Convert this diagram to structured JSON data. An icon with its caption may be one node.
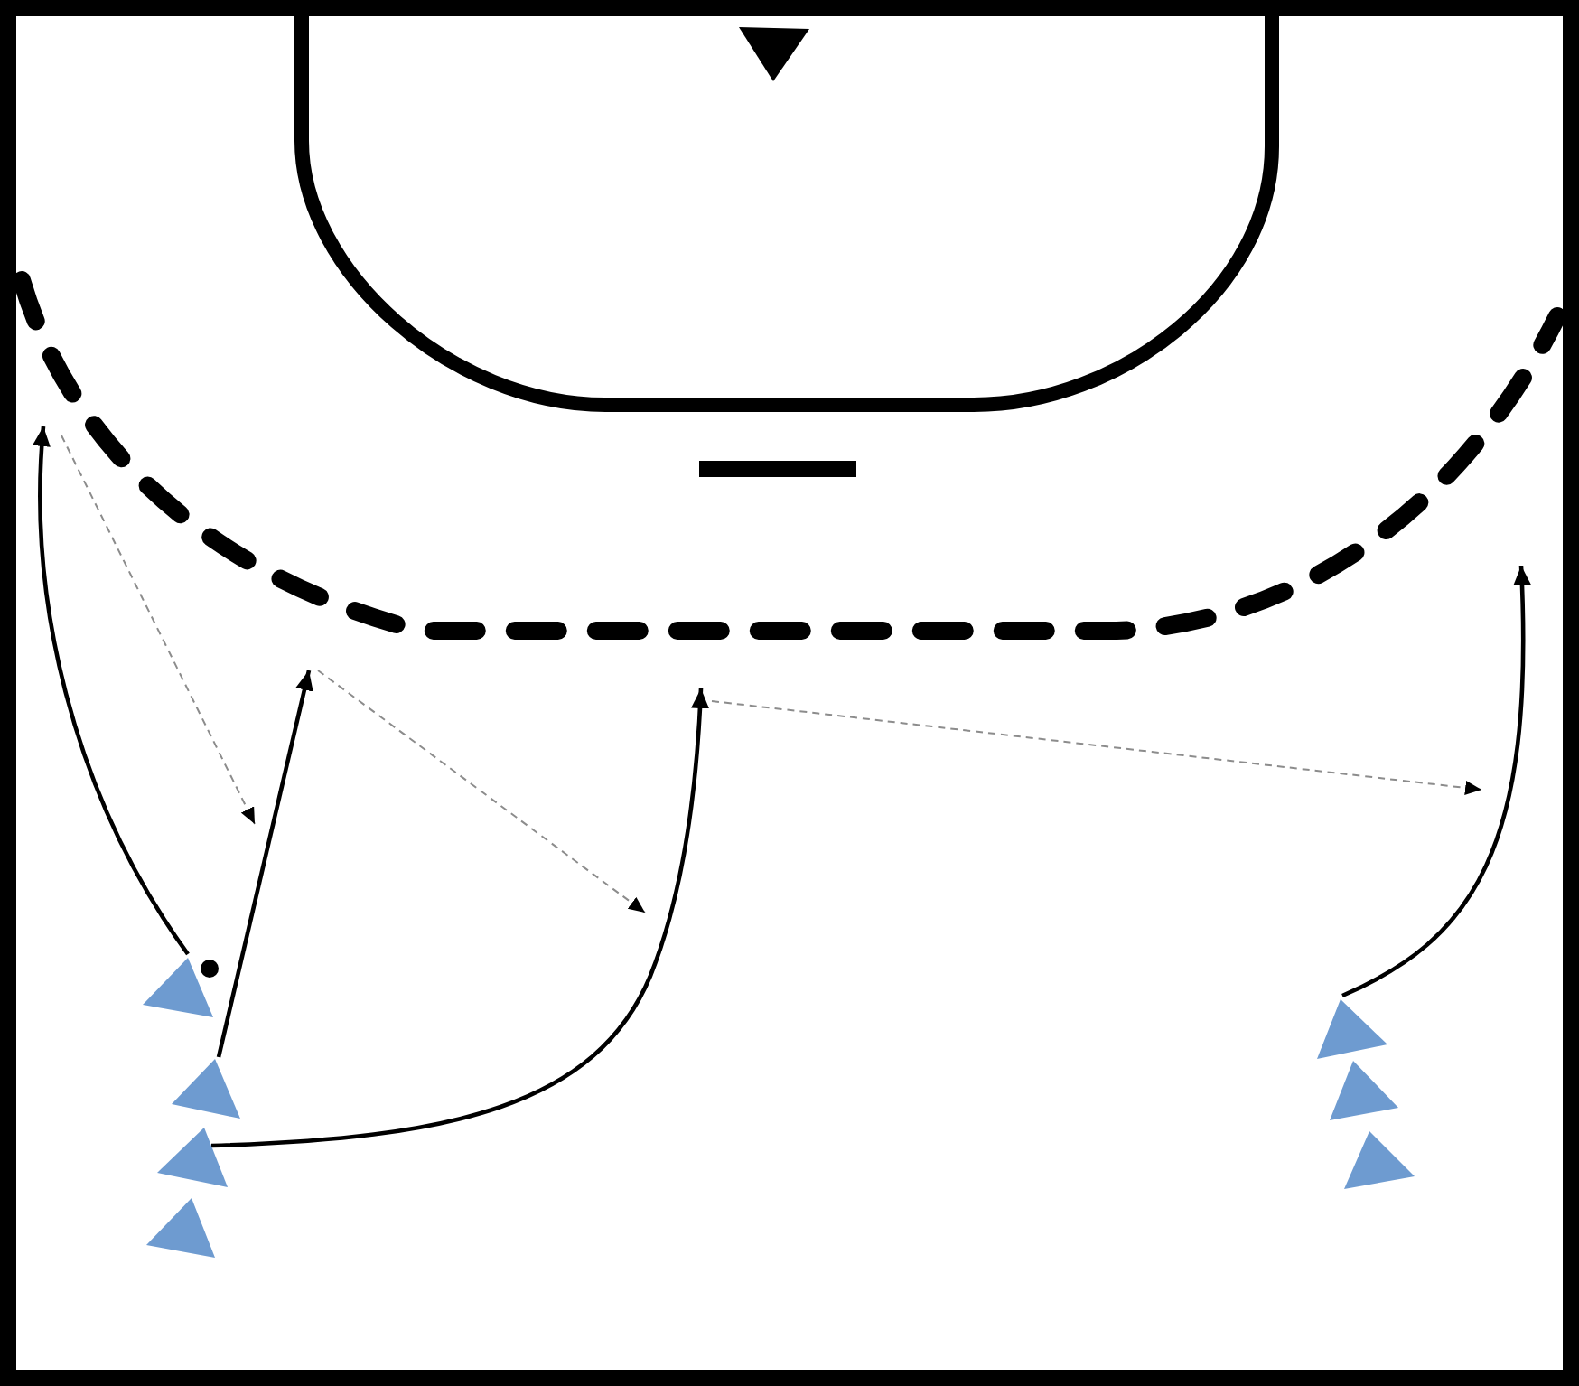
{
  "diagram": {
    "nodes": [
      {
        "text": [],
        "shape": "triangle"
      },
      {
        "text": [],
        "shape": "triangle"
      },
      {
        "text": [],
        "shape": "triangle"
      },
      {
        "text": [],
        "shape": "triangle"
      },
      {
        "text": [],
        "shape": "triangle"
      },
      {
        "text": [],
        "shape": "triangle"
      },
      {
        "text": [],
        "shape": "triangle"
      },
      {
        "text": [],
        "shape": "triangle"
      }
    ],
    "edges": [
      {
        "from": 1,
        "to": null,
        "arrow": "to"
      },
      {
        "from": 2,
        "to": null,
        "arrow": "to"
      },
      {
        "from": 3,
        "to": null,
        "arrow": "to"
      },
      {
        "from": 5,
        "to": null,
        "arrow": "to"
      }
    ]
  }
}
